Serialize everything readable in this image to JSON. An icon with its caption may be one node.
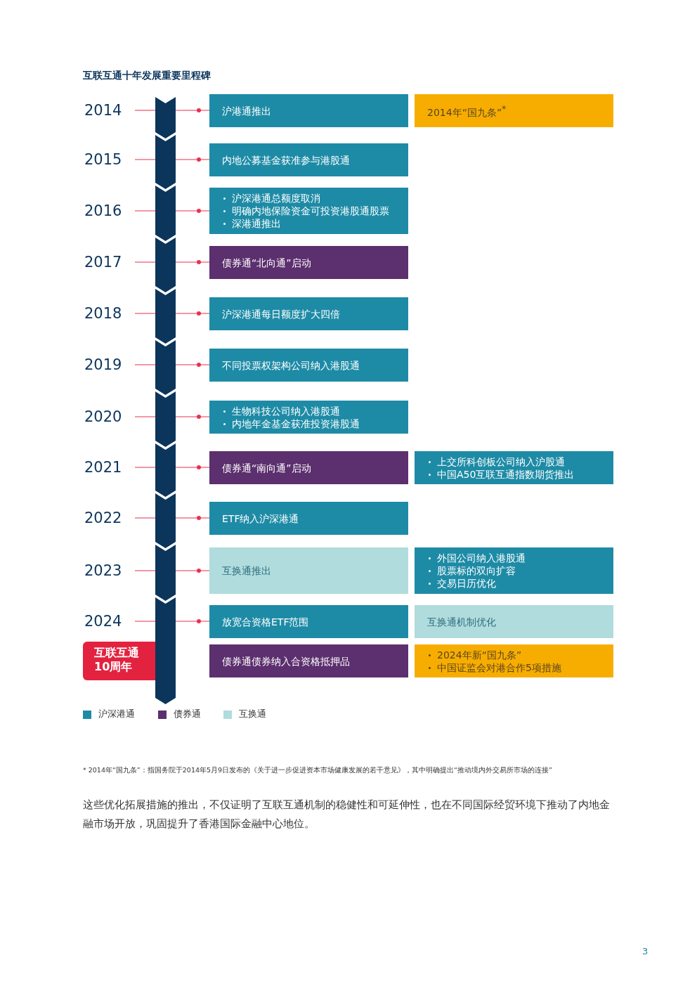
{
  "diagram": {
    "title": "互联互通十年发展重要里程碑",
    "nodes": [
      {
        "text": [
          "2014"
        ]
      },
      {
        "text": [
          "沪港通推出"
        ]
      },
      {
        "text": [
          "2014年“国九条”$^{*}$"
        ]
      },
      {
        "text": [
          "2015"
        ]
      },
      {
        "text": [
          "内地公募基金获准参与港股通"
        ]
      },
      {
        "text": [
          "2016"
        ]
      },
      {
        "text": [
          "沪深港通总额度取消",
          "明确内地保险资金可投资港股通股票",
          "深港通推出"
        ]
      },
      {
        "text": [
          "2017"
        ]
      },
      {
        "text": [
          "债券通“北向通”启动"
        ]
      },
      {
        "text": [
          "2018"
        ]
      },
      {
        "text": [
          "沪深港通每日额度扩大四倍"
        ]
      },
      {
        "text": [
          "2019"
        ]
      },
      {
        "text": [
          "不同投票权架构公司纳入港股通"
        ]
      },
      {
        "text": [
          "2020"
        ]
      },
      {
        "text": [
          "生物科技公司纳入港股通",
          "内地年金基金获准投资港股通"
        ]
      },
      {
        "text": [
          "2021"
        ]
      },
      {
        "text": [
          "债券通“南向通”启动"
        ]
      },
      {
        "text": [
          "上交所科创板公司纳入沪股通",
          "中国A50互联互通指数期货推出"
        ]
      },
      {
        "text": [
          "2022"
        ]
      },
      {
        "text": [
          "ETF纳入沪深港通"
        ]
      },
      {
        "text": [
          "2023"
        ]
      },
      {
        "text": [
          "互换通推出"
        ]
      },
      {
        "text": [
          "外国公司纳入港股通",
          "股票标的双向扩容",
          "交易日历优化"
        ]
      },
      {
        "text": [
          "2024"
        ]
      },
      {
        "text": [
          "放宽合资格ETF范围"
        ]
      },
      {
        "text": [
          "互换通机制优化"
        ]
      },
      {
        "text": [
          "互联互通 10周年"
        ]
      },
      {
        "text": [
          "债券通债券纳入合资格抵押品"
        ]
      },
      {
        "text": [
          "2024年新“国九条”",
          "中国证监会对港合作5项措施"
        ]
      }
    ],
    "edges": [
      {
        "from": 0,
        "to": 1,
        "arrow": "other"
      },
      {
        "from": 3,
        "to": 4,
        "arrow": "other"
      },
      {
        "from": 5,
        "to": 6,
        "arrow": "other"
      },
      {
        "from": 7,
        "to": 8,
        "arrow": "other"
      },
      {
        "from": 9,
        "to": 10,
        "arrow": "other"
      },
      {
        "from": 11,
        "to": 12,
        "arrow": "other"
      },
      {
        "from": 13,
        "to": 14,
        "arrow": "other"
      },
      {
        "from": 15,
        "to": 16,
        "arrow": "other"
      },
      {
        "from": 18,
        "to": 19,
        "arrow": "other"
      },
      {
        "from": 20,
        "to": 21,
        "arrow": "other"
      },
      {
        "from": 23,
        "to": 24,
        "arrow": "other"
      }
    ],
    "labels": [
      "* 2014年“国九条”：指国务院于2014年5月9日发布的《关于进一步促进资本市场健康发展的若干意见》，其中明确提出“推动境内外交易所市场的连接”",
      "这些优化拓展措施的推出，不仅证明了互联互通机制的稳健性和可延伸性，也在不同国际经贸环境下推动了内地金融市场开放，巩固提升了香港国际金融中心地位。",
      "3"
    ],
    "legend": [
      {
        "text": "沪深港通",
        "color": "#1e8ba6"
      },
      {
        "text": "债券通",
        "color": "#5c2f6e"
      },
      {
        "text": "互换通",
        "color": "#b0dcdd"
      }
    ]
  }
}
